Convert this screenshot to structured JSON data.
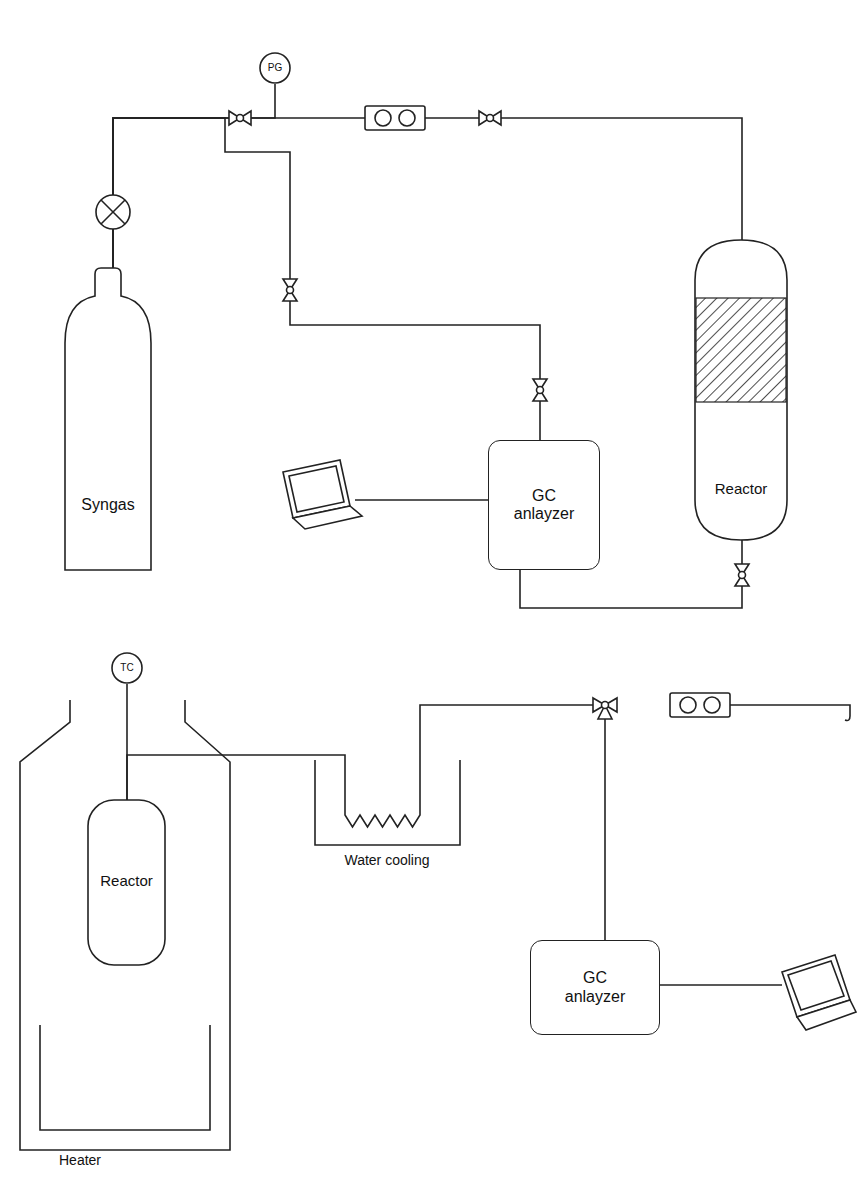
{
  "diagram": {
    "nodes": [
      {
        "text": [
          "Syngas"
        ]
      },
      {
        "text": [
          "PG"
        ]
      },
      {
        "text": [
          "Reactor"
        ]
      },
      {
        "text": [
          "GC anlayzer"
        ]
      },
      {
        "text": [
          "TC"
        ]
      },
      {
        "text": [
          "Reactor"
        ]
      },
      {
        "text": [
          "GC anlayzer"
        ]
      }
    ],
    "edges": [
      {
        "from": 0,
        "to": 1,
        "arrow": "none"
      },
      {
        "from": 0,
        "to": 2,
        "arrow": "none"
      },
      {
        "from": 0,
        "to": 3,
        "arrow": "none"
      },
      {
        "from": 2,
        "to": 3,
        "arrow": "none"
      },
      {
        "from": 4,
        "to": 5,
        "arrow": "none"
      },
      {
        "from": 5,
        "to": 6,
        "arrow": "none"
      }
    ],
    "labels": [
      "Water cooling",
      "Heater"
    ]
  }
}
